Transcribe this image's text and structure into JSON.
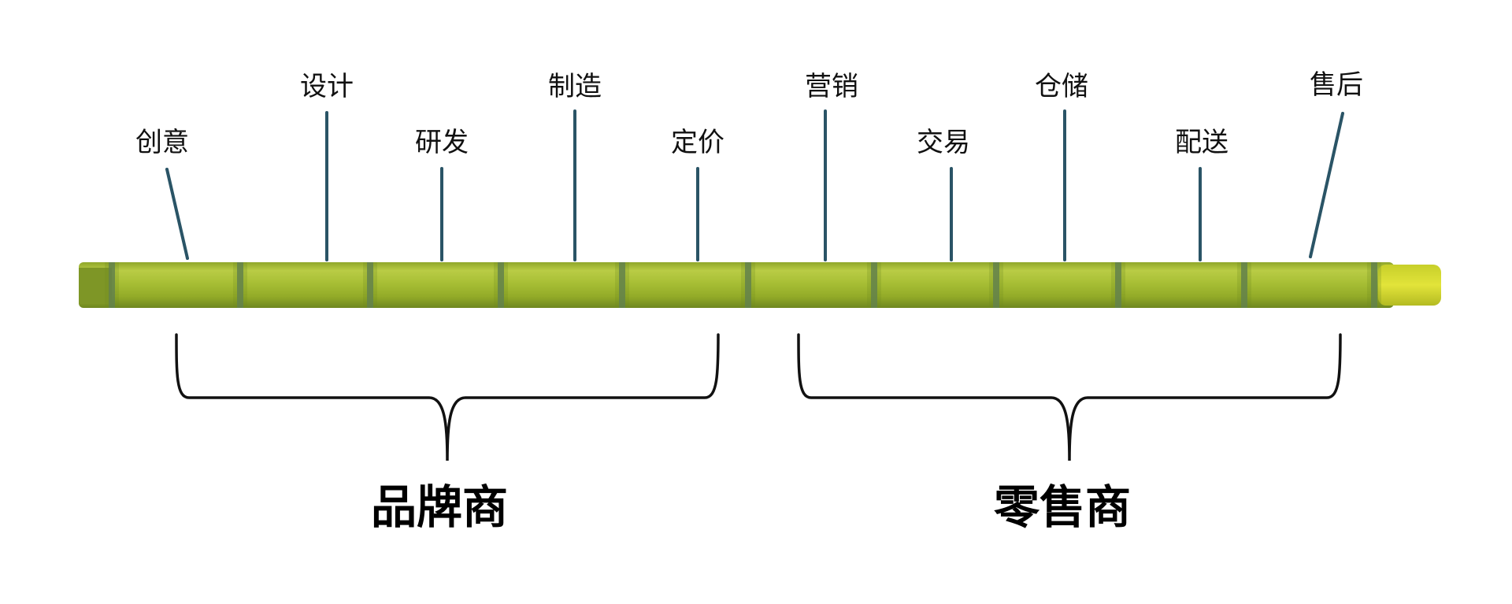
{
  "stages": [
    {
      "label": "创意"
    },
    {
      "label": "设计"
    },
    {
      "label": "研发"
    },
    {
      "label": "制造"
    },
    {
      "label": "定价"
    },
    {
      "label": "营销"
    },
    {
      "label": "交易"
    },
    {
      "label": "仓储"
    },
    {
      "label": "配送"
    },
    {
      "label": "售后"
    }
  ],
  "groups": [
    {
      "label": "品牌商"
    },
    {
      "label": "零售商"
    }
  ],
  "colors": {
    "cane_light": "#b6c93a",
    "cane_mid": "#9cb22c",
    "cane_dark": "#6f8a1e",
    "node_ring": "#5f7f5a",
    "pointer": "#2a5466",
    "bracket": "#111111"
  }
}
